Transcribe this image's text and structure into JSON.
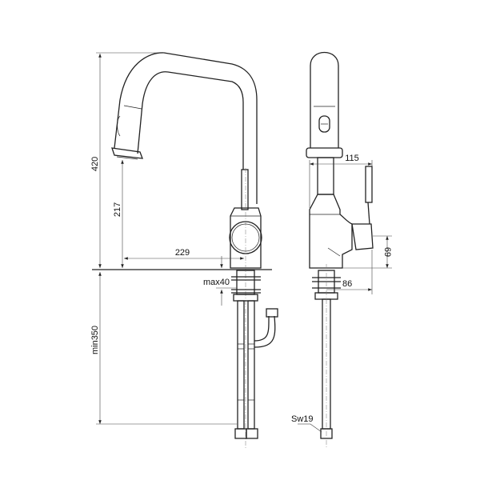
{
  "dimensions": {
    "height_total": "420",
    "spout_height": "217",
    "spout_reach": "229",
    "deck_max": "max40",
    "below_deck": "min350",
    "side_reach": "115",
    "lever_height": "69",
    "base_offset": "86",
    "wrench_size": "Sw19"
  }
}
